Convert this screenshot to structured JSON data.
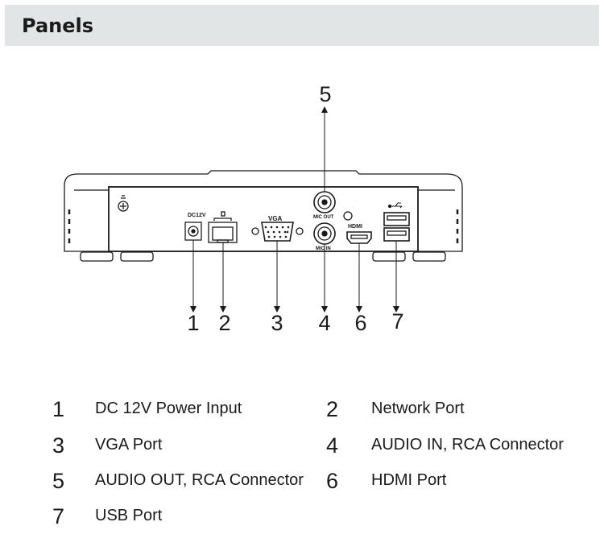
{
  "header": {
    "title": "Panels"
  },
  "diagram": {
    "callouts": [
      "1",
      "2",
      "3",
      "4",
      "5",
      "6",
      "7"
    ],
    "panel_labels": {
      "dc": "DC12V",
      "vga": "VGA",
      "audio_out": "MIC OUT",
      "audio_in": "MIC IN",
      "hdmi": "HDMI"
    }
  },
  "legend": [
    {
      "num": "1",
      "label": "DC 12V Power Input"
    },
    {
      "num": "2",
      "label": "Network Port"
    },
    {
      "num": "3",
      "label": "VGA Port"
    },
    {
      "num": "4",
      "label": "AUDIO IN, RCA Connector"
    },
    {
      "num": "5",
      "label": "AUDIO OUT, RCA Connector"
    },
    {
      "num": "6",
      "label": "HDMI Port"
    },
    {
      "num": "7",
      "label": "USB Port"
    }
  ]
}
